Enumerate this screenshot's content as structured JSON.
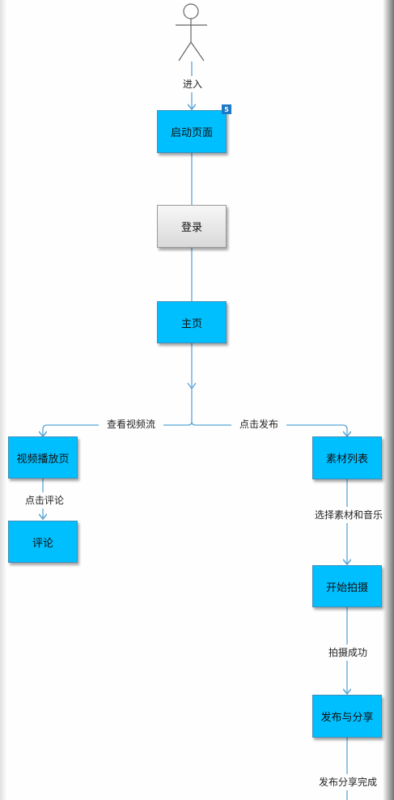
{
  "colors": {
    "node_fill": "#00bfff",
    "login_fill": "#e6e6e6",
    "connector": "#5aa6d6",
    "badge": "#1e78c8"
  },
  "actor": {
    "icon": "stick-figure-icon"
  },
  "badge": {
    "text": "5"
  },
  "nodes": {
    "splash": "启动页面",
    "login": "登录",
    "home": "主页",
    "video_player": "视频播放页",
    "comment": "评论",
    "material_list": "素材列表",
    "start_shoot": "开始拍摄",
    "publish_share": "发布与分享"
  },
  "edges": {
    "enter": "进入",
    "view_stream": "查看视频流",
    "click_publish": "点击发布",
    "click_comment": "点击评论",
    "choose_material": "选择素材和音乐",
    "shoot_success": "拍摄成功",
    "publish_done": "发布分享完成"
  }
}
